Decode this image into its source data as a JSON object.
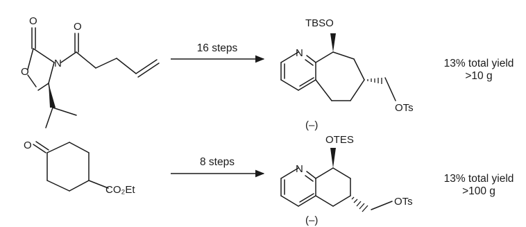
{
  "reactions": [
    {
      "starting_material": {
        "atom_labels": {
          "ring_o": "O",
          "carbonyl_o": "O",
          "ring_n": "N",
          "acyl_o": "O"
        }
      },
      "conditions": "16 steps",
      "product": {
        "atom_labels": {
          "silyl_ether": "TBSO",
          "pyridine_n": "N",
          "tosylate": "OTs"
        },
        "rotation_label": "(–)"
      },
      "outcome": {
        "yield": "13% total yield",
        "scale": ">10 g"
      }
    },
    {
      "starting_material": {
        "atom_labels": {
          "ketone_o": "O",
          "ester": "CO₂Et"
        }
      },
      "conditions": "8 steps",
      "product": {
        "atom_labels": {
          "silyl_ether": "OTES",
          "pyridine_n": "N",
          "tosylate": "OTs"
        },
        "rotation_label": "(–)"
      },
      "outcome": {
        "yield": "13% total yield",
        "scale": ">100 g"
      }
    }
  ]
}
